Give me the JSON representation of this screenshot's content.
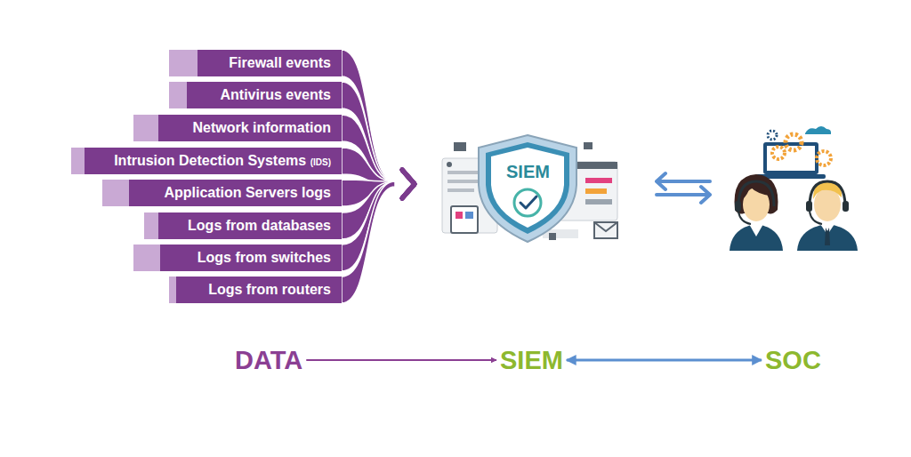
{
  "diagram": {
    "nodes": [
      {
        "text": [
          "Firewall events"
        ]
      },
      {
        "text": [
          "Antivirus events"
        ]
      },
      {
        "text": [
          "Network information"
        ]
      },
      {
        "text": [
          "Intrusion Detection Systems (IDS)"
        ]
      },
      {
        "text": [
          "Application Servers logs"
        ]
      },
      {
        "text": [
          "Logs from databases"
        ]
      },
      {
        "text": [
          "Logs from switches"
        ]
      },
      {
        "text": [
          "Logs from routers"
        ]
      },
      {
        "text": [
          "SIEM"
        ]
      },
      {
        "text": [
          "DATA"
        ]
      },
      {
        "text": [
          "SIEM"
        ]
      },
      {
        "text": [
          "SOC"
        ]
      }
    ],
    "edges": [
      {
        "from": 0,
        "to": 8,
        "arrow": "to"
      },
      {
        "from": 1,
        "to": 8,
        "arrow": "to"
      },
      {
        "from": 2,
        "to": 8,
        "arrow": "to"
      },
      {
        "from": 3,
        "to": 8,
        "arrow": "to"
      },
      {
        "from": 4,
        "to": 8,
        "arrow": "to"
      },
      {
        "from": 5,
        "to": 8,
        "arrow": "to"
      },
      {
        "from": 6,
        "to": 8,
        "arrow": "to"
      },
      {
        "from": 7,
        "to": 8,
        "arrow": "to"
      },
      {
        "from": 9,
        "to": 10,
        "arrow": "to"
      },
      {
        "from": 10,
        "to": 11,
        "arrow": "both"
      }
    ]
  }
}
